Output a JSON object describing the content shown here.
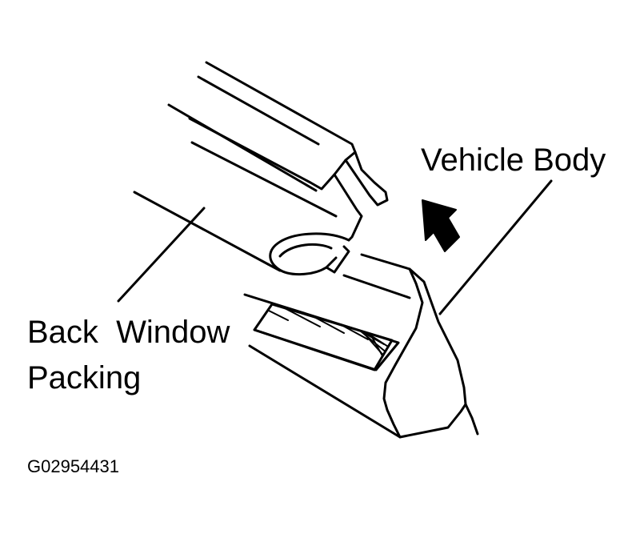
{
  "diagram": {
    "labels": {
      "vehicle_body": "Vehicle Body",
      "back_window_line1": "Back  Window",
      "back_window_line2": "Packing"
    },
    "figure_code": "G02954431",
    "colors": {
      "ink": "#000000",
      "paper": "#ffffff"
    }
  }
}
